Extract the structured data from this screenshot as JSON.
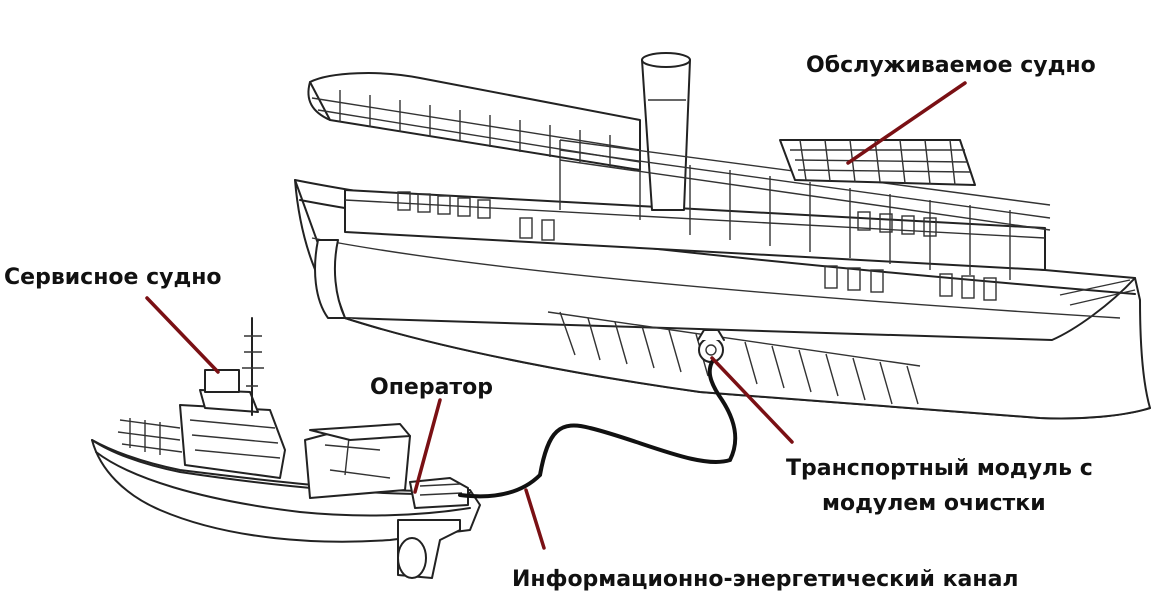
{
  "labels": {
    "served_vessel": "Обслуживаемое судно",
    "service_vessel": "Сервисное судно",
    "operator": "Оператор",
    "transport_module_l1": "Транспортный модуль с",
    "transport_module_l2": "модулем очистки",
    "channel": "Информационно-энергетический канал"
  },
  "colors": {
    "pointer": "#7a1014",
    "outline": "#222222",
    "cable": "#111111"
  }
}
